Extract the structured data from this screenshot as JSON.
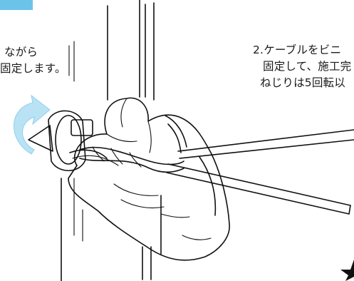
{
  "captions": {
    "left": [
      "ながら",
      "固定します。"
    ],
    "right": [
      "2.ケーブルをビニ",
      "固定して、施工完",
      "ねじりは5回転以"
    ]
  },
  "colors": {
    "accent": "#6cc3ea",
    "rotation_arrow": "#b9e3f5",
    "ink": "#111111"
  },
  "icons": {
    "rotation": "curved-arrow-icon",
    "corner_mark": "star-icon"
  }
}
